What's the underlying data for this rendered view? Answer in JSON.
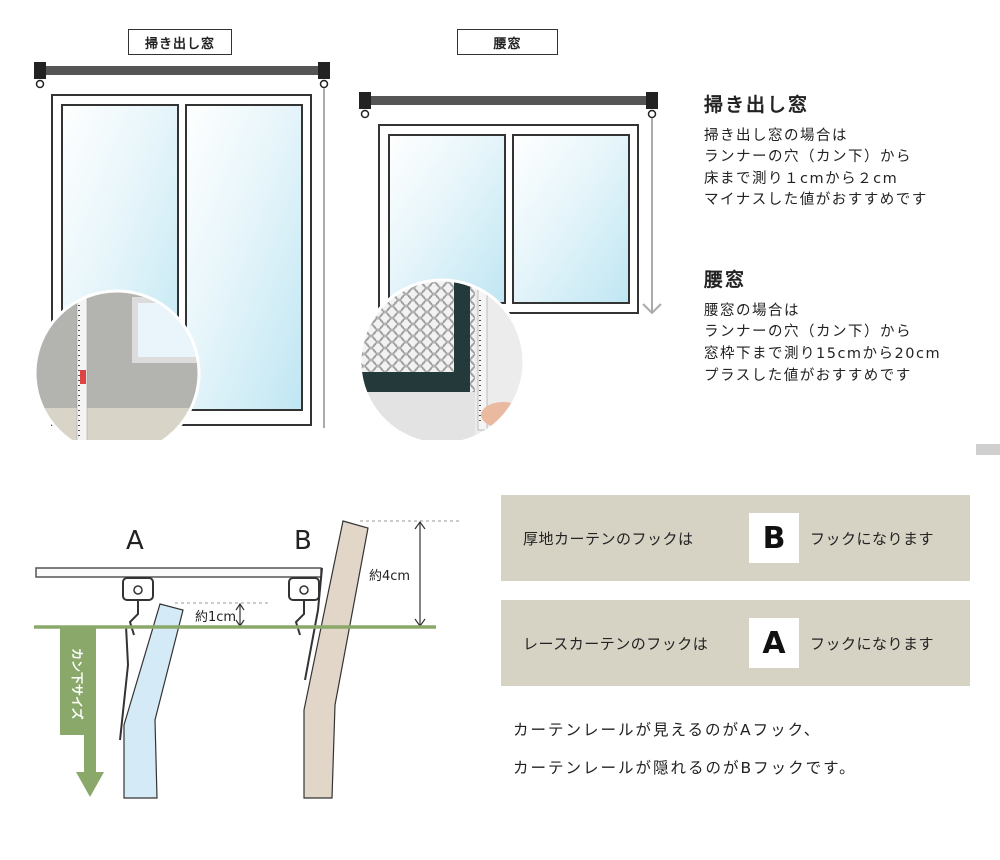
{
  "windows": {
    "haki": {
      "label": "掃き出し窓"
    },
    "koshi": {
      "label": "腰窓"
    }
  },
  "descriptions": [
    {
      "title": "掃き出し窓",
      "lines": [
        "掃き出し窓の場合は",
        "ランナーの穴（カン下）から",
        "床まで測り１cmから２cm",
        "マイナスした値がおすすめです"
      ]
    },
    {
      "title": "腰窓",
      "lines": [
        "腰窓の場合は",
        "ランナーの穴（カン下）から",
        "窓枠下まで測り15cmから20cm",
        "プラスした値がおすすめです"
      ]
    }
  ],
  "diagram": {
    "label_a": "A",
    "label_b": "B",
    "dim_1cm": "約1cm",
    "dim_4cm": "約4cm",
    "arrow_text": "カン下サイズ"
  },
  "hook_boxes": [
    {
      "text_before": "厚地カーテンのフックは",
      "badge": "B",
      "text_after": "フックになります"
    },
    {
      "text_before": "レースカーテンのフックは",
      "badge": "A",
      "text_after": "フックになります"
    }
  ],
  "bottom_lines": [
    "カーテンレールが見えるのがAフック、",
    "カーテンレールが隠れるのがBフックです。"
  ],
  "colors": {
    "rail": "#555555",
    "glass": "#bfe6f3",
    "green": "#8aa86a",
    "box_bg": "#d6d3c5",
    "lace": "#d4ebf7",
    "thick": "#e2d6c8"
  }
}
